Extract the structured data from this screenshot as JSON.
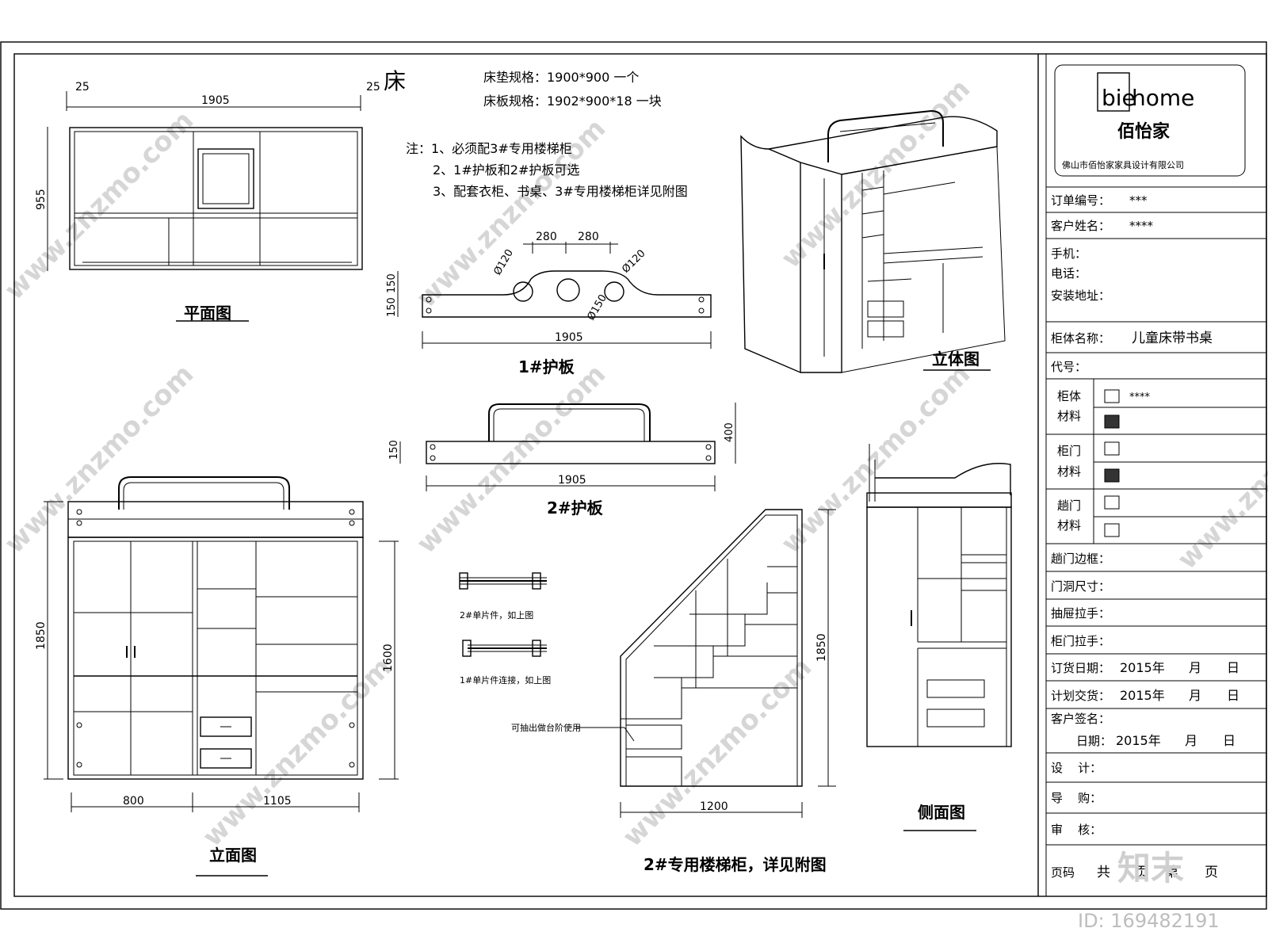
{
  "title": "床",
  "specs": {
    "mattress": "床垫规格：1900*900 一个",
    "board": "床板规格：1902*900*18 一块"
  },
  "notes": [
    "注：1、必须配3#专用楼梯柜",
    "2、1#护板和2#护板可选",
    "3、配套衣柜、书桌、3#专用楼梯柜详见附图"
  ],
  "views": {
    "plan": "平面图",
    "iso": "立体图",
    "rail1": "1#护板",
    "rail2": "2#护板",
    "elevation": "立面图",
    "stair": "2#专用楼梯柜，详见附图",
    "side": "侧面图"
  },
  "dims": {
    "plan_left": "25",
    "plan_right": "25",
    "plan_width": "1905",
    "plan_depth": "955",
    "rail1_pitch_a": "280",
    "rail1_pitch_b": "280",
    "rail1_hole_a": "Ø120",
    "rail1_hole_b": "Ø120",
    "rail1_hole_c": "Ø150",
    "rail1_h1": "150",
    "rail1_h2": "150",
    "rail1_width": "1905",
    "rail2_h": "150",
    "rail2_top": "400",
    "rail2_width": "1905",
    "elev_height": "1850",
    "elev_inner": "1600",
    "elev_left": "800",
    "elev_right": "1105",
    "stair_height": "1850",
    "stair_width": "1200"
  },
  "hardware": {
    "bolt1": "2#单片件，如上图",
    "bolt2": "1#单片件连接，如上图",
    "stair_note": "可抽出做台阶使用"
  },
  "titleblock": {
    "brand_en_left": "bie",
    "brand_en_right": "home",
    "brand_cn": "佰怡家",
    "company": "佛山市佰怡家家具设计有限公司",
    "order_no_label": "订单编号：",
    "order_no_value": "***",
    "customer_label": "客户姓名：",
    "customer_value": "****",
    "mobile_label": "手机：",
    "phone_label": "电话：",
    "address_label": "安装地址：",
    "cabinet_label": "柜体名称：",
    "cabinet_value": "儿童床带书桌",
    "code_label": "代号：",
    "body_mat_label_1": "柜体",
    "body_mat_label_2": "材料",
    "body_mat_value": "****",
    "door_mat_label_1": "柜门",
    "door_mat_label_2": "材料",
    "drawer_mat_label_1": "趟门",
    "drawer_mat_label_2": "材料",
    "slide_edge": "趟门边框：",
    "door_size": "门洞尺寸：",
    "drawer_handle": "抽屉拉手：",
    "door_handle": "柜门拉手：",
    "order_date_label": "订货日期：",
    "order_date_value": "2015年",
    "order_date_m": "月",
    "order_date_d": "日",
    "plan_date_label": "计划交货：",
    "plan_date_value": "2015年",
    "plan_date_m": "月",
    "plan_date_d": "日",
    "sign_label": "客户签名：",
    "sign_date_label": "日期：",
    "sign_date_value": "2015年",
    "sign_date_m": "月",
    "sign_date_d": "日",
    "design_label": "设    计：",
    "guide_label": "导    购：",
    "review_label": "审    核：",
    "page_label": "页码",
    "page_total": "共",
    "page_total_unit": "页",
    "page_cur": "第",
    "page_cur_unit": "页"
  },
  "footer": {
    "id": "ID: 169482191",
    "logo": "知末"
  },
  "watermark": "www.znzmo.com"
}
